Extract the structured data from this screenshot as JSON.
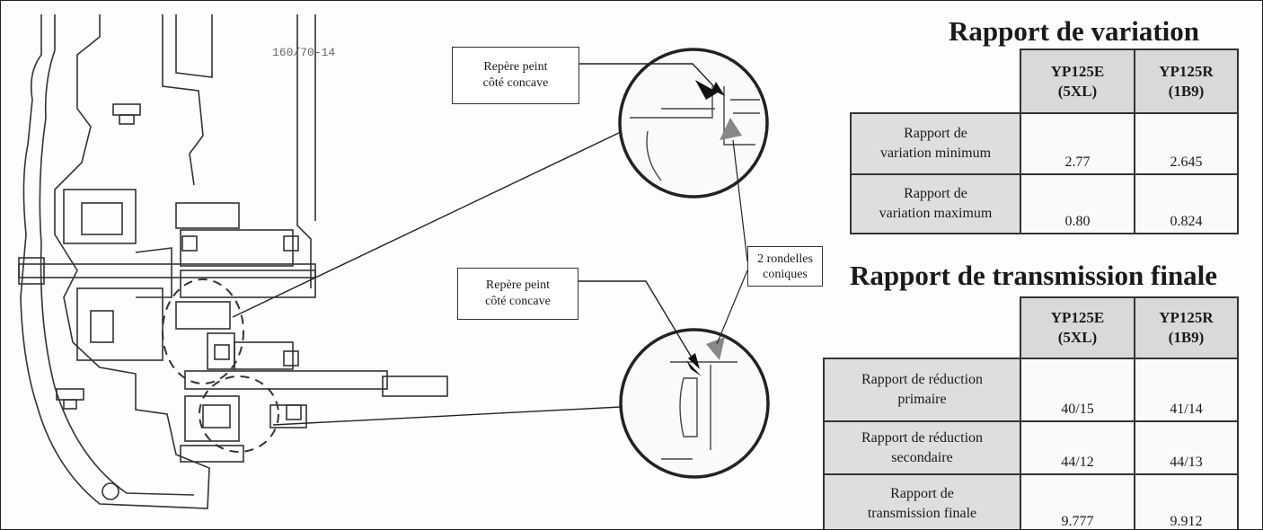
{
  "drawing": {
    "part_code": "160/70-14"
  },
  "callouts": {
    "top": {
      "line1": "Repère peint",
      "line2": "côté concave"
    },
    "bottom": {
      "line1": "Repère peint",
      "line2": "côté concave"
    },
    "washers": {
      "line1": "2 rondelles",
      "line2": "coniques"
    }
  },
  "variation": {
    "title": "Rapport de variation",
    "columns": [
      {
        "line1": "YP125E",
        "line2": "(5XL)"
      },
      {
        "line1": "YP125R",
        "line2": "(1B9)"
      }
    ],
    "rows": [
      {
        "label1": "Rapport de",
        "label2": "variation minimum",
        "values": [
          "2.77",
          "2.645"
        ]
      },
      {
        "label1": "Rapport de",
        "label2": "variation maximum",
        "values": [
          "0.80",
          "0.824"
        ]
      }
    ]
  },
  "transmission": {
    "title": "Rapport de transmission finale",
    "columns": [
      {
        "line1": "YP125E",
        "line2": "(5XL)"
      },
      {
        "line1": "YP125R",
        "line2": "(1B9)"
      }
    ],
    "rows": [
      {
        "label1": "Rapport de réduction",
        "label2": "primaire",
        "values": [
          "40/15",
          "41/14"
        ]
      },
      {
        "label1": "Rapport de réduction",
        "label2": "secondaire",
        "values": [
          "44/12",
          "44/13"
        ]
      },
      {
        "label1": "Rapport de",
        "label2": "transmission finale",
        "values": [
          "9.777",
          "9.912"
        ]
      }
    ]
  }
}
